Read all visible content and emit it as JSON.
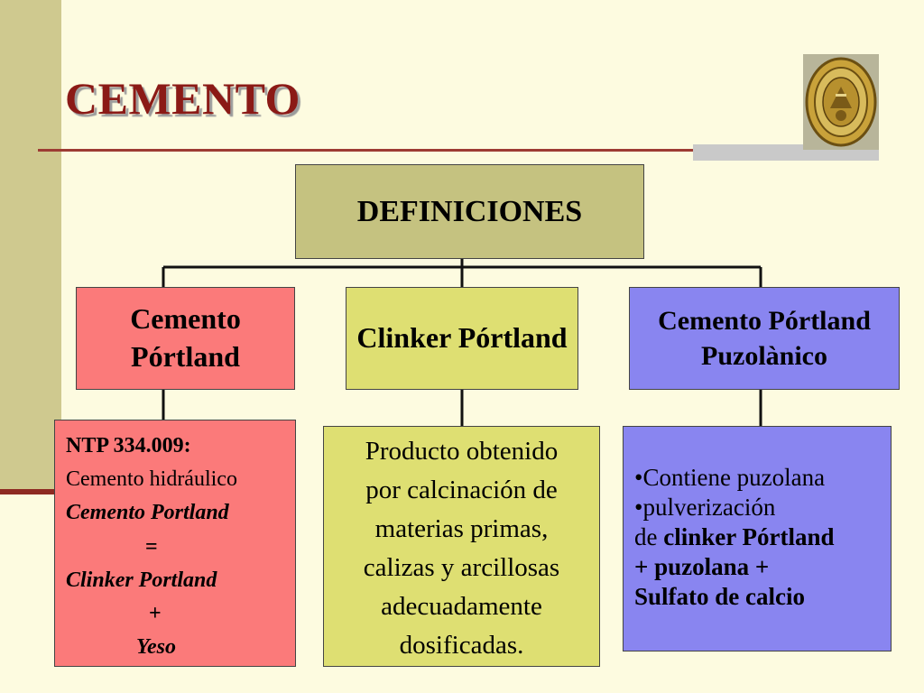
{
  "slide": {
    "title": "CEMENTO",
    "root": "DEFINICIONES",
    "nodes": [
      {
        "lines": [
          "Cemento",
          "Pórtland"
        ]
      },
      {
        "lines": [
          "Clinker",
          "Pórtland"
        ]
      },
      {
        "lines": [
          "Cemento Pórtland",
          "Puzolànico"
        ]
      }
    ],
    "details": [
      {
        "lines": [
          "NTP 334.009:",
          "Cemento hidráulico",
          "Cemento Portland",
          "=",
          "Clinker Portland",
          "+",
          "Yeso"
        ]
      },
      {
        "lines": [
          "Producto obtenido",
          "por calcinación de",
          "materias primas,",
          "calizas y arcillosas",
          "adecuadamente",
          "dosificadas."
        ]
      },
      {
        "bullet1": "•Contiene puzolana",
        "bullet2": "•pulverización",
        "line3_prefix": "de ",
        "line3_bold": "clinker Pórtland",
        "line4": " + puzolana +",
        "line5": "Sulfato de calcio"
      }
    ]
  },
  "colors": {
    "title": "#8b1a16",
    "root": "#c5c280",
    "red": "#fb7a7a",
    "yellow": "#dedf72",
    "blue": "#8985f0",
    "background": "#fdfbe0",
    "sidebar": "#cfc98f"
  },
  "icons": {
    "seal": "university-seal-icon"
  }
}
